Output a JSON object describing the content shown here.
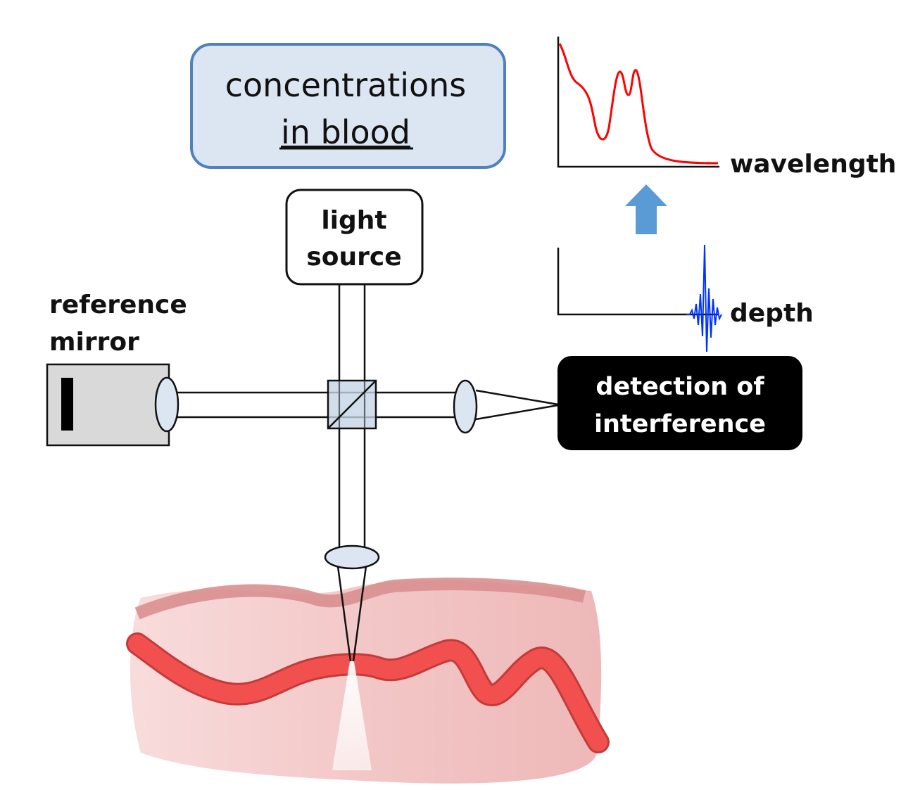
{
  "concentration_box": {
    "line1": "concentrations",
    "line2": "in blood"
  },
  "light_source": {
    "line1": "light",
    "line2": "source"
  },
  "reference_mirror": {
    "line1": "reference",
    "line2": "mirror"
  },
  "detector": {
    "line1": "detection of",
    "line2": "interference"
  },
  "spectrum_plot": {
    "axis_label": "wavelength"
  },
  "depth_plot": {
    "axis_label": "depth"
  },
  "colors": {
    "box_fill": "#dce6f2",
    "box_stroke": "#4f81bd",
    "arrow": "#5b9bd5",
    "spectrum": "#ff0000",
    "interferogram": "#0033ff",
    "vessel": "#f2504e",
    "tissue": "#f4c4c4"
  }
}
